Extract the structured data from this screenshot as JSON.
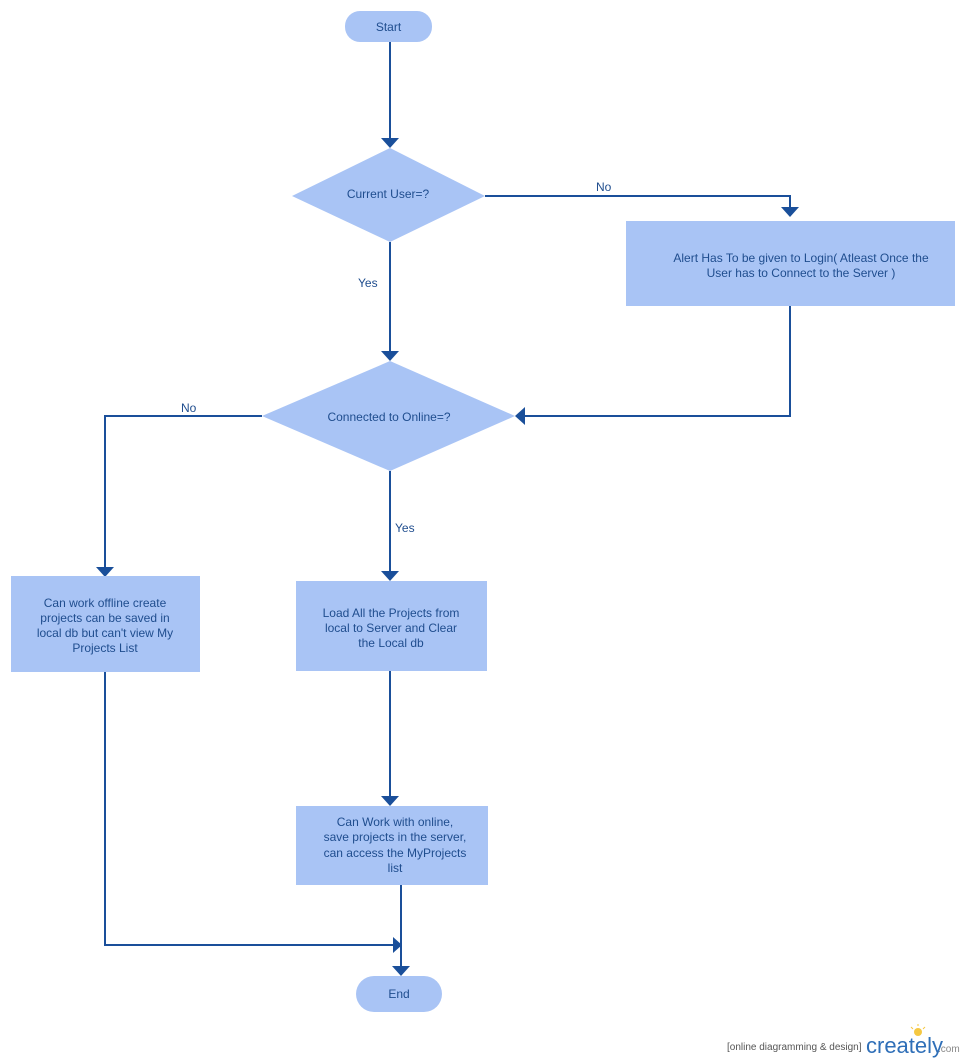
{
  "nodes": {
    "start": "Start",
    "current_user": "Current User=?",
    "alert": [
      "Alert Has To be given to Login( Atleast Once the",
      "User has to Connect to the Server )"
    ],
    "connected": "Connected to Online=?",
    "offline": [
      "Can work offline create",
      "projects can be saved in",
      "local db but can't view My",
      "Projects List"
    ],
    "load": [
      "Load All the Projects from",
      "local to Server and Clear",
      "the Local db"
    ],
    "online": [
      "Can Work with online,",
      "save projects in the server,",
      "can access the MyProjects",
      "list"
    ],
    "end": "End"
  },
  "edges": {
    "current_user_no": "No",
    "current_user_yes": "Yes",
    "connected_no": "No",
    "connected_yes": "Yes"
  },
  "footer": {
    "tagline": "[online diagramming & design]",
    "brand": "creately",
    "brand_suffix": ".com"
  },
  "colors": {
    "node_fill": "#a9c4f5",
    "edge": "#1a4f9a",
    "text": "#1f4d8e"
  }
}
